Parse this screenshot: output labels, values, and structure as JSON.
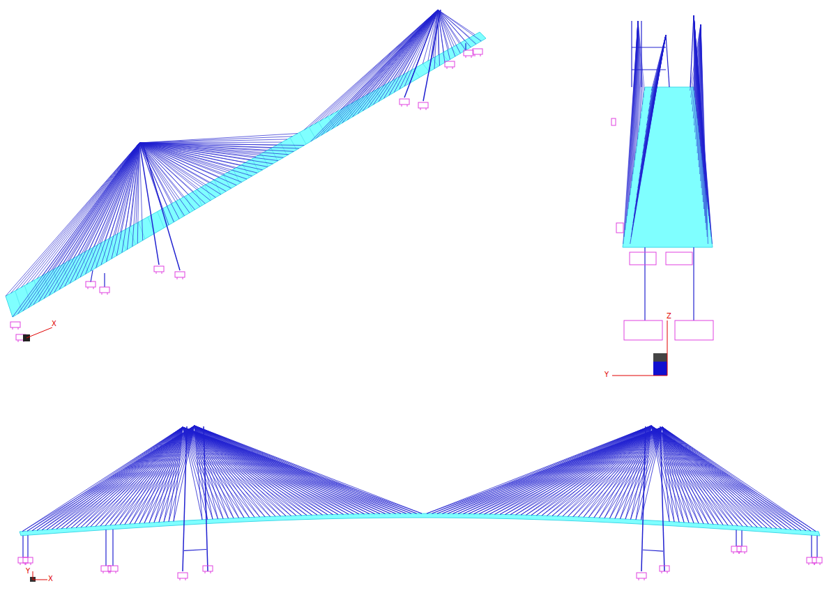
{
  "diagram": {
    "labels": [
      "X",
      "Z",
      "Y",
      "Y",
      "X"
    ]
  }
}
